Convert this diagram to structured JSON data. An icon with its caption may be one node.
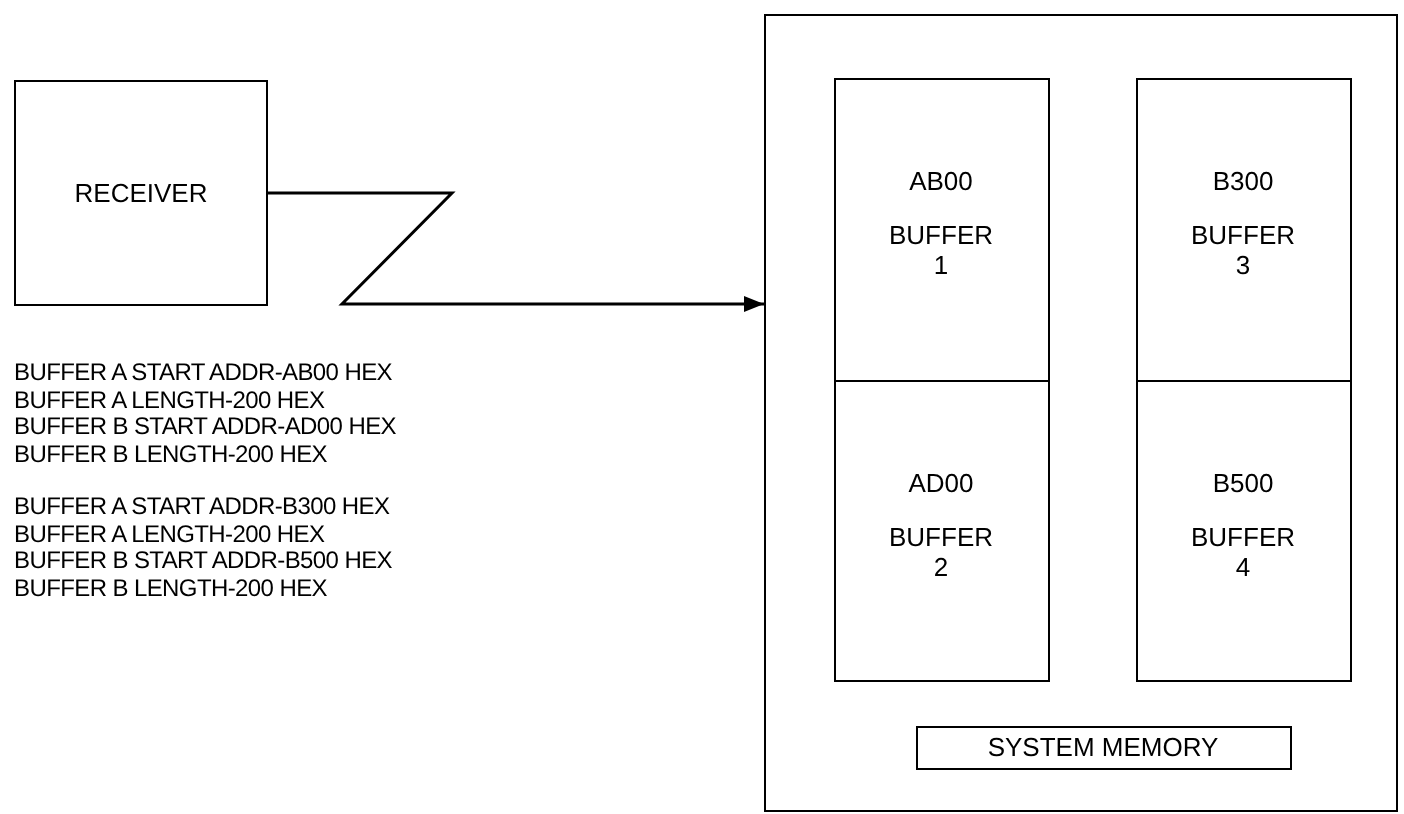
{
  "diagram": {
    "nodes": [
      {
        "text": [
          "RECEIVER"
        ]
      },
      {
        "text": [],
        "shape": "box"
      },
      {
        "text": [
          "AB00",
          "BUFFER 1"
        ],
        "in": 1
      },
      {
        "text": [
          "AD00",
          "BUFFER 2"
        ],
        "in": 1
      },
      {
        "text": [
          "B300",
          "BUFFER 3"
        ],
        "in": 1
      },
      {
        "text": [
          "B500",
          "BUFFER 4"
        ],
        "in": 1
      },
      {
        "text": [
          "SYSTEM MEMORY"
        ],
        "in": 1
      }
    ],
    "edges": [
      {
        "from": 0,
        "to": 1,
        "arrow": "to"
      }
    ],
    "labels": [
      "BUFFER A START ADDR-AB00 HEX",
      "BUFFER A LENGTH-200 HEX",
      "BUFFER B START ADDR-AD00 HEX",
      "BUFFER B LENGTH-200 HEX",
      "BUFFER A START ADDR-B300 HEX",
      "BUFFER A LENGTH-200 HEX",
      "BUFFER B START ADDR-B500 HEX",
      "BUFFER B LENGTH-200 HEX"
    ]
  }
}
